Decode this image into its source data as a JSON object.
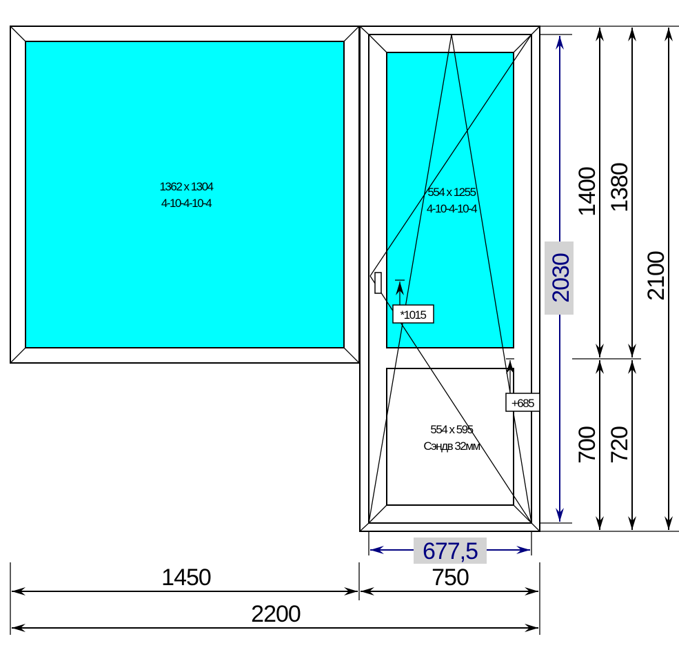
{
  "left_window": {
    "size": "1362 x 1304",
    "glazing": "4-10-4-10-4"
  },
  "door": {
    "upper": {
      "size": "554 x 1255",
      "glazing": "4-10-4-10-4"
    },
    "lower": {
      "size": "554 x 595",
      "fill": "Сэндв 32мм"
    },
    "handle_height": "*1015",
    "impost_offset": "+685"
  },
  "dimensions": {
    "door_sash_height": "2030",
    "door_sash_width": "677,5",
    "upper_height_a": "1400",
    "upper_height_b": "1380",
    "lower_height_a": "700",
    "lower_height_b": "720",
    "total_height": "2100",
    "left_width": "1450",
    "door_width": "750",
    "total_width": "2200"
  },
  "colors": {
    "glass": "#00ffff",
    "accent_dim": "#000080",
    "dim_label_bg": "#d3d3d3"
  }
}
